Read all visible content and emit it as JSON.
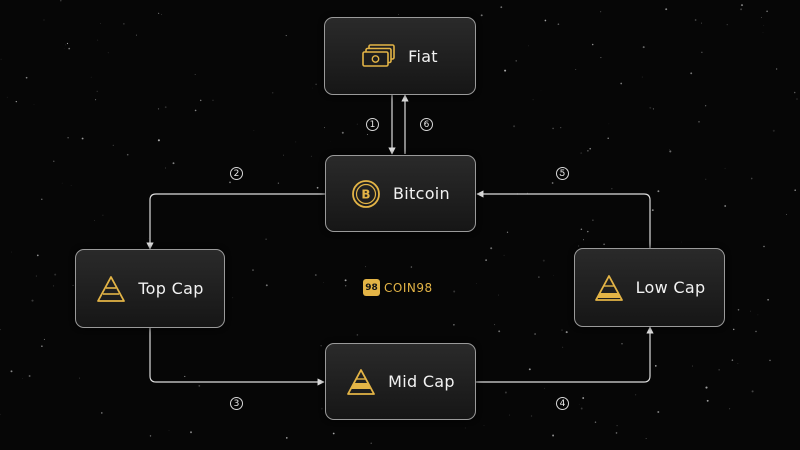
{
  "nodes": {
    "fiat": {
      "label": "Fiat",
      "icon": "banknotes-icon"
    },
    "bitcoin": {
      "label": "Bitcoin",
      "icon": "bitcoin-coin-icon"
    },
    "top_cap": {
      "label": "Top Cap",
      "icon": "pyramid-icon"
    },
    "mid_cap": {
      "label": "Mid Cap",
      "icon": "pyramid-icon"
    },
    "low_cap": {
      "label": "Low Cap",
      "icon": "pyramid-icon"
    }
  },
  "steps": [
    "1",
    "2",
    "3",
    "4",
    "5",
    "6"
  ],
  "flows": [
    {
      "step": "1",
      "from": "Fiat",
      "to": "Bitcoin"
    },
    {
      "step": "2",
      "from": "Bitcoin",
      "to": "Top Cap"
    },
    {
      "step": "3",
      "from": "Top Cap",
      "to": "Mid Cap"
    },
    {
      "step": "4",
      "from": "Mid Cap",
      "to": "Low Cap"
    },
    {
      "step": "5",
      "from": "Low Cap",
      "to": "Bitcoin"
    },
    {
      "step": "6",
      "from": "Bitcoin",
      "to": "Fiat"
    }
  ],
  "logo": {
    "mark": "98",
    "word": "COIN98"
  },
  "colors": {
    "background": "#060606",
    "node_border": "#9a9a9a",
    "node_fill": "#1f1f1f",
    "icon_gold": "#e3b446",
    "connector": "#dcdcdc",
    "label": "#f2f2f2"
  }
}
